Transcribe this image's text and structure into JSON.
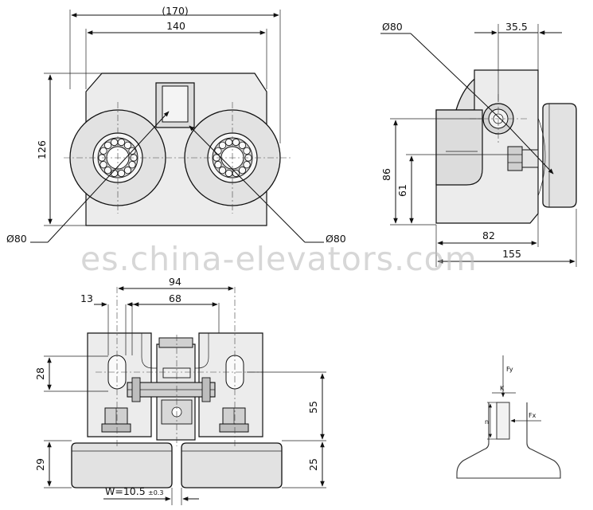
{
  "watermark": "es.china-elevators.com",
  "front_view": {
    "dim_total_width": "(170)",
    "dim_base_width": "140",
    "dim_height": "126",
    "dia_left": "Ø80",
    "dia_right": "Ø80"
  },
  "side_view": {
    "dia_top": "Ø80",
    "dim_offset": "35.5",
    "dim_height_86": "86",
    "dim_height_61": "61",
    "dim_base_82": "82",
    "dim_total_155": "155"
  },
  "bottom_view": {
    "dim_94": "94",
    "dim_13": "13",
    "dim_68": "68",
    "dim_28": "28",
    "dim_55": "55",
    "dim_29": "29",
    "dim_25": "25",
    "rail_width": "W=10.5",
    "rail_tolerance": "±0.3"
  },
  "rail_diagram": {
    "force_y": "Fy",
    "force_x": "Fx",
    "label_k": "K",
    "label_n": "n"
  }
}
